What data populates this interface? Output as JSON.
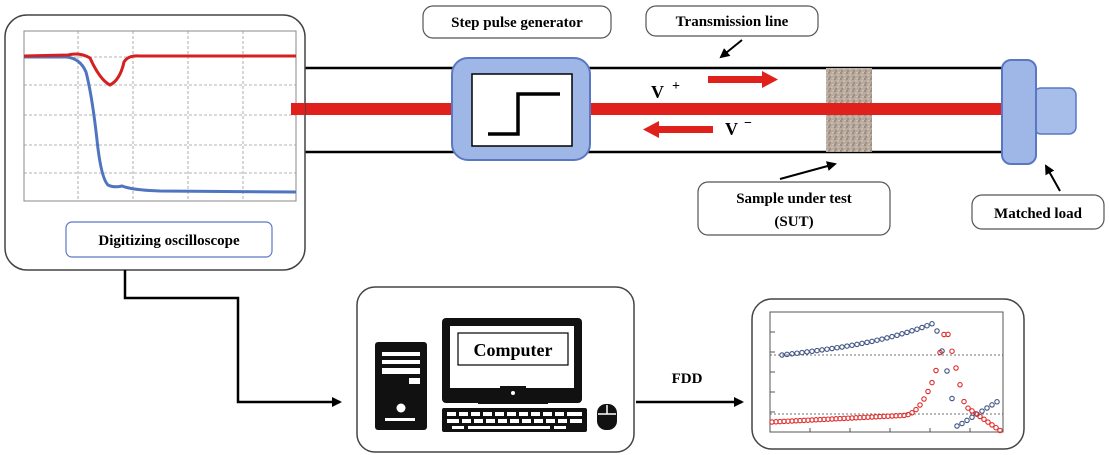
{
  "labels": {
    "oscilloscope": "Digitizing oscilloscope",
    "step_pulse_generator": "Step pulse generator",
    "transmission_line": "Transmission line",
    "sample_line1": "Sample under test",
    "sample_line2": "(SUT)",
    "matched_load": "Matched load",
    "computer": "Computer",
    "fdd": "FDD",
    "v_plus": "V",
    "v_plus_sup": "+",
    "v_minus": "V",
    "v_minus_sup": "−"
  },
  "colors": {
    "signal_red": "#e0201b",
    "trace_blue": "#4f75c0",
    "device_blue": "#9fb7e6",
    "device_stroke": "#5b77c4",
    "sample_fill": "#b7a69a",
    "grid": "#9a9a9a",
    "scatter_red": "#e02a2a",
    "scatter_navy": "#3e5383"
  }
}
